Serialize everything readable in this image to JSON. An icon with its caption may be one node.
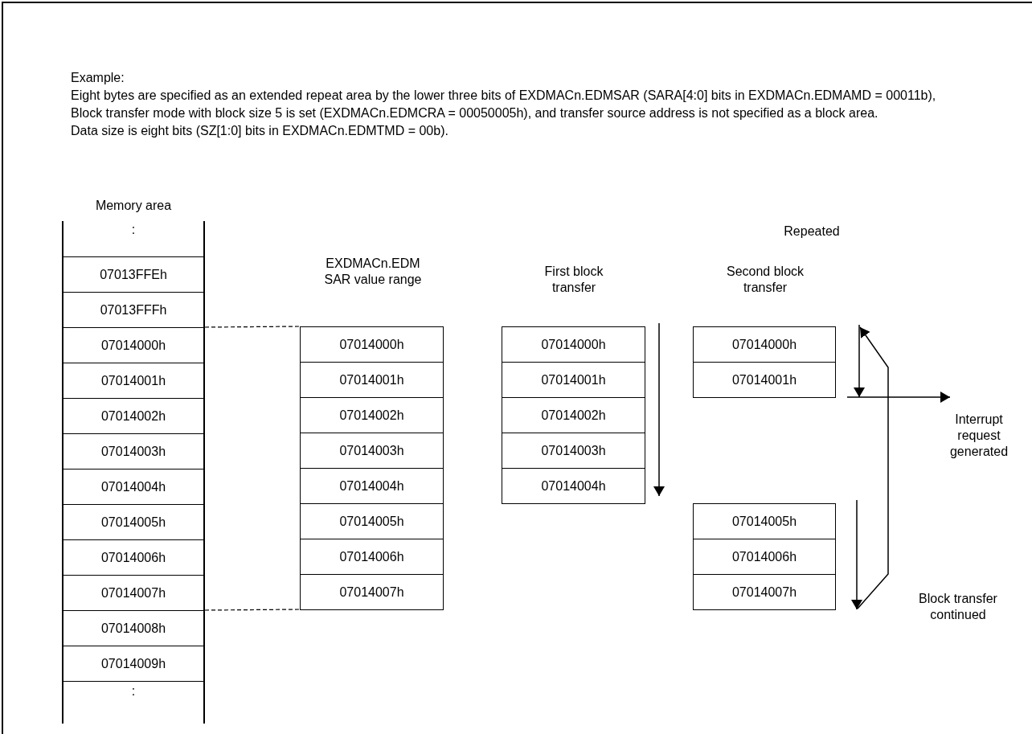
{
  "diagram": {
    "nodes": [
      {
        "text": [
          "07013FFEh"
        ]
      },
      {
        "text": [
          "07013FFFh"
        ]
      },
      {
        "text": [
          "07014000h"
        ]
      },
      {
        "text": [
          "07014001h"
        ]
      },
      {
        "text": [
          "07014002h"
        ]
      },
      {
        "text": [
          "07014003h"
        ]
      },
      {
        "text": [
          "07014004h"
        ]
      },
      {
        "text": [
          "07014005h"
        ]
      },
      {
        "text": [
          "07014006h"
        ]
      },
      {
        "text": [
          "07014007h"
        ]
      },
      {
        "text": [
          "07014008h"
        ]
      },
      {
        "text": [
          "07014009h"
        ]
      },
      {
        "text": [
          "07014000h"
        ]
      },
      {
        "text": [
          "07014001h"
        ]
      },
      {
        "text": [
          "07014002h"
        ]
      },
      {
        "text": [
          "07014003h"
        ]
      },
      {
        "text": [
          "07014004h"
        ]
      },
      {
        "text": [
          "07014005h"
        ]
      },
      {
        "text": [
          "07014006h"
        ]
      },
      {
        "text": [
          "07014007h"
        ]
      },
      {
        "text": [
          "07014000h"
        ]
      },
      {
        "text": [
          "07014001h"
        ]
      },
      {
        "text": [
          "07014002h"
        ]
      },
      {
        "text": [
          "07014003h"
        ]
      },
      {
        "text": [
          "07014004h"
        ]
      },
      {
        "text": [
          "07014000h"
        ]
      },
      {
        "text": [
          "07014001h"
        ]
      },
      {
        "text": [
          "07014005h"
        ]
      },
      {
        "text": [
          "07014006h"
        ]
      },
      {
        "text": [
          "07014007h"
        ]
      }
    ],
    "edges": [
      {
        "from": 2,
        "to": 12,
        "arrow": "none",
        "style": "dashed"
      },
      {
        "from": 9,
        "to": 19,
        "arrow": "none",
        "style": "dashed"
      }
    ],
    "labels": [
      "Example:",
      "Eight bytes are specified as an extended repeat area by the lower three bits of EXDMACn.EDMSAR (SARA[4:0] bits in EXDMACn.EDMAMD = 00011b),",
      "Block transfer mode with block size 5 is set (EXDMACn.EDMCRA = 00050005h), and transfer source address is not specified as a block area.",
      "Data size is eight bits (SZ[1:0] bits in EXDMACn.EDMTMD = 00b).",
      "Memory area",
      ":",
      "Repeated",
      "EXDMACn.EDM SAR value range",
      "First block transfer",
      "Second block transfer",
      "Interrupt request generated",
      "Block transfer continued",
      ":"
    ]
  }
}
